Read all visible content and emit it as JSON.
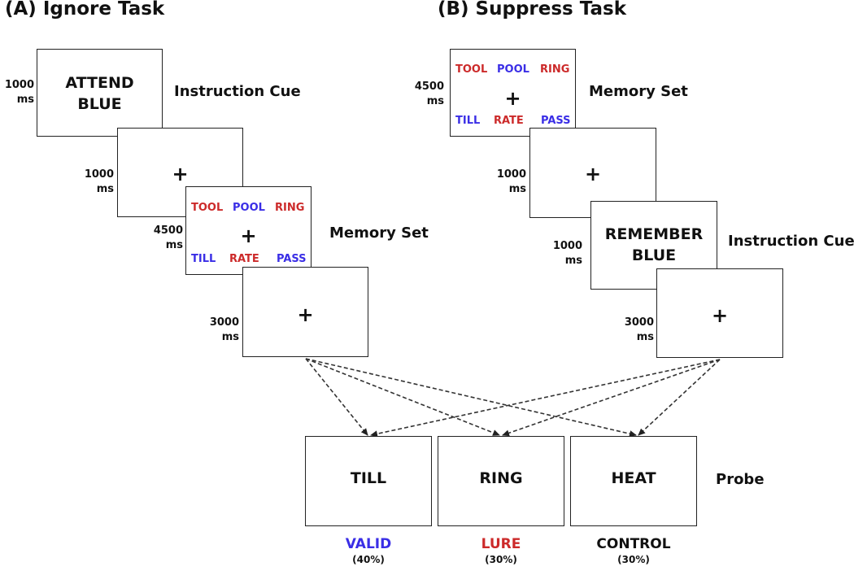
{
  "colors": {
    "red": "#cc2a2a",
    "blue": "#3a2ee6",
    "black": "#111111"
  },
  "panel_a": {
    "title": "(A) Ignore Task",
    "cue": {
      "line1": "ATTEND",
      "line2": "BLUE",
      "time1": "1000",
      "time2": "ms",
      "label": "Instruction Cue"
    },
    "fixation1": {
      "symbol": "+",
      "time1": "1000",
      "time2": "ms"
    },
    "memory_set": {
      "label": "Memory Set",
      "time1": "4500",
      "time2": "ms",
      "center": "+",
      "words_top": [
        {
          "text": "TOOL",
          "color": "red"
        },
        {
          "text": "POOL",
          "color": "blue"
        },
        {
          "text": "RING",
          "color": "red"
        }
      ],
      "words_bottom": [
        {
          "text": "TILL",
          "color": "blue"
        },
        {
          "text": "RATE",
          "color": "red"
        },
        {
          "text": "PASS",
          "color": "blue"
        }
      ]
    },
    "fixation2": {
      "symbol": "+",
      "time1": "3000",
      "time2": "ms"
    }
  },
  "panel_b": {
    "title": "(B) Suppress Task",
    "memory_set": {
      "label": "Memory Set",
      "time1": "4500",
      "time2": "ms",
      "center": "+",
      "words_top": [
        {
          "text": "TOOL",
          "color": "red"
        },
        {
          "text": "POOL",
          "color": "blue"
        },
        {
          "text": "RING",
          "color": "red"
        }
      ],
      "words_bottom": [
        {
          "text": "TILL",
          "color": "blue"
        },
        {
          "text": "RATE",
          "color": "red"
        },
        {
          "text": "PASS",
          "color": "blue"
        }
      ]
    },
    "fixation1": {
      "symbol": "+",
      "time1": "1000",
      "time2": "ms"
    },
    "cue": {
      "line1": "REMEMBER",
      "line2": "BLUE",
      "time1": "1000",
      "time2": "ms",
      "label": "Instruction Cue"
    },
    "fixation2": {
      "symbol": "+",
      "time1": "3000",
      "time2": "ms"
    }
  },
  "probe": {
    "label": "Probe",
    "items": [
      {
        "word": "TILL",
        "condition": "VALID",
        "percent": "(40%)",
        "color": "blue"
      },
      {
        "word": "RING",
        "condition": "LURE",
        "percent": "(30%)",
        "color": "red"
      },
      {
        "word": "HEAT",
        "condition": "CONTROL",
        "percent": "(30%)",
        "color": "black"
      }
    ]
  }
}
